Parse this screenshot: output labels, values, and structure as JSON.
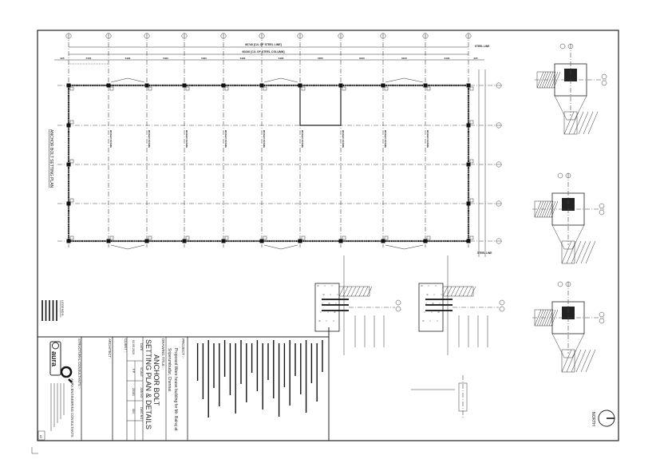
{
  "sheet": {
    "size": "A3",
    "plan_title": "ANCHOR BOLT SETTING PLAN",
    "north_label": "NORTH"
  },
  "plan": {
    "overall_dim_steel_line": "60740 [C/L OF STEEL LINE]",
    "overall_dim_steel_column": "60240 [C/L OF STEEL COLUMN]",
    "top_dims": [
      "225",
      "5720",
      "5400",
      "5400",
      "5400",
      "5400",
      "5400",
      "5870",
      "6100",
      "6100",
      "6100",
      "225"
    ],
    "steel_line_label": "STEEL LINE",
    "frame_label": "BOXED FRAME"
  },
  "title_block": {
    "project_label": "PROJECT :-",
    "project_line1": "Proposed Ware house building for Mr. Balraj at",
    "project_line2": "Sriperumbudur, Chennai.",
    "drawing_title_label": "DRAWING TITLE :-",
    "drawing_title_line1": "ANCHOR BOLT",
    "drawing_title_line2": "SETTING PLAN & DETAILS",
    "table_headers": [
      "DATE",
      "SCALE",
      "JOB NO",
      "DWG NO"
    ],
    "table_values": [
      "02.05.2020",
      "F.P",
      "20161",
      "004"
    ],
    "client_label": "CLIENT :",
    "architect_label": "ARCHITECT :",
    "consultants_label": "STRUCTURAL CONSULTANTS :-",
    "consultant_name": "AURA ENGINEERING CONSULTANTS",
    "logo_text": "aura",
    "legend_label": "LEGENDS:-"
  }
}
